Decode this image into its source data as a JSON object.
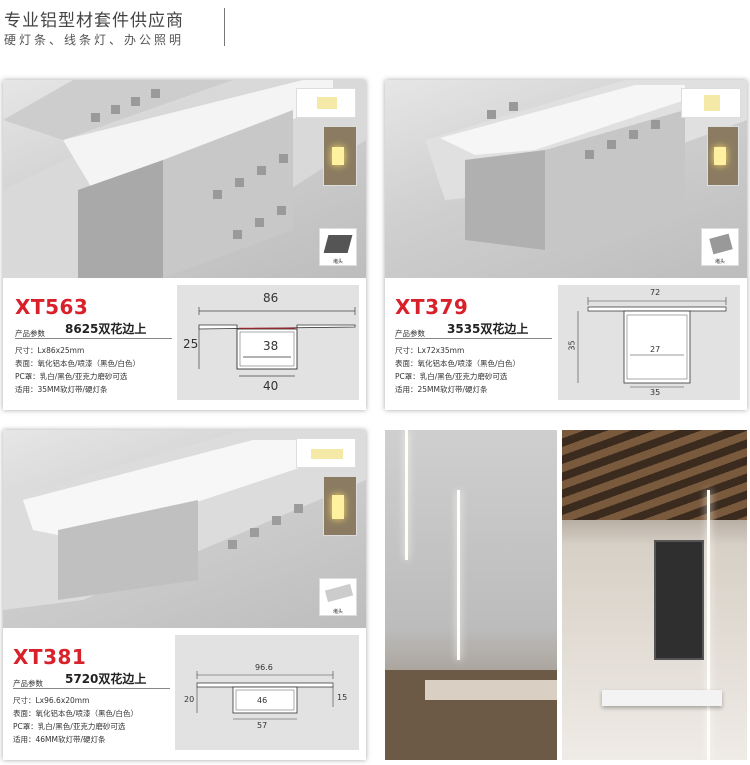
{
  "header": {
    "title": "专业铝型材套件供应商",
    "subtitle": "硬灯条、线条灯、办公照明"
  },
  "products": [
    {
      "code": "XT563",
      "name": "8625双花边上",
      "params_label": "产品参数",
      "specs": [
        "尺寸：Lx86x25mm",
        "表面：氧化铝本色/喷漆（黑色/白色）",
        "PC罩：乳白/黑色/亚克力磨砂可选",
        "适用：35MM软灯带/硬灯条"
      ],
      "dims": {
        "top": "86",
        "left": "25",
        "inner": "38",
        "bottom": "40"
      },
      "endcap": "堵头"
    },
    {
      "code": "XT379",
      "name": "3535双花边上",
      "params_label": "产品参数",
      "specs": [
        "尺寸：Lx72x35mm",
        "表面：氧化铝本色/喷漆（黑色/白色）",
        "PC罩：乳白/黑色/亚克力磨砂可选",
        "适用：25MM软灯带/硬灯条"
      ],
      "dims": {
        "top": "72",
        "left": "35",
        "inner": "27",
        "bottom": "35"
      },
      "endcap": "堵头"
    },
    {
      "code": "XT381",
      "name": "5720双花边上",
      "params_label": "产品参数",
      "specs": [
        "尺寸：Lx96.6x20mm",
        "表面：氧化铝本色/喷漆（黑色/白色）",
        "PC罩：乳白/黑色/亚克力磨砂可选",
        "适用：46MM软灯带/硬灯条"
      ],
      "dims": {
        "top": "96.6",
        "left": "20",
        "inner": "46",
        "right": "15",
        "bottom": "57"
      },
      "endcap": "堵头"
    }
  ],
  "colors": {
    "accent": "#d8212b"
  }
}
